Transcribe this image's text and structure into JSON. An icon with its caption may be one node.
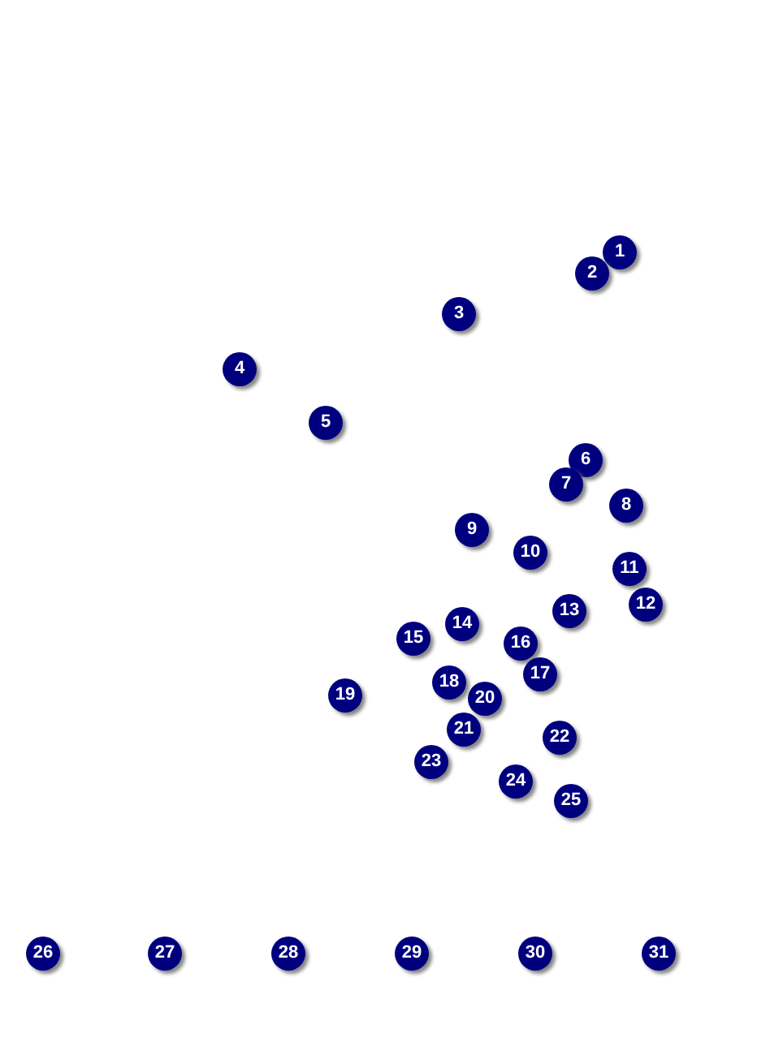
{
  "diagram": {
    "nodes": [
      {
        "text": [
          "1"
        ]
      },
      {
        "text": [
          "2"
        ]
      },
      {
        "text": [
          "3"
        ]
      },
      {
        "text": [
          "4"
        ]
      },
      {
        "text": [
          "5"
        ]
      },
      {
        "text": [
          "6"
        ]
      },
      {
        "text": [
          "7"
        ]
      },
      {
        "text": [
          "8"
        ]
      },
      {
        "text": [
          "9"
        ]
      },
      {
        "text": [
          "10"
        ]
      },
      {
        "text": [
          "11"
        ]
      },
      {
        "text": [
          "12"
        ]
      },
      {
        "text": [
          "13"
        ]
      },
      {
        "text": [
          "14"
        ]
      },
      {
        "text": [
          "15"
        ]
      },
      {
        "text": [
          "16"
        ]
      },
      {
        "text": [
          "17"
        ]
      },
      {
        "text": [
          "18"
        ]
      },
      {
        "text": [
          "19"
        ]
      },
      {
        "text": [
          "20"
        ]
      },
      {
        "text": [
          "21"
        ]
      },
      {
        "text": [
          "22"
        ]
      },
      {
        "text": [
          "23"
        ]
      },
      {
        "text": [
          "24"
        ]
      },
      {
        "text": [
          "25"
        ]
      },
      {
        "text": [
          "26"
        ]
      },
      {
        "text": [
          "27"
        ]
      },
      {
        "text": [
          "28"
        ]
      },
      {
        "text": [
          "29"
        ]
      },
      {
        "text": [
          "30"
        ]
      },
      {
        "text": [
          "31"
        ]
      }
    ]
  }
}
